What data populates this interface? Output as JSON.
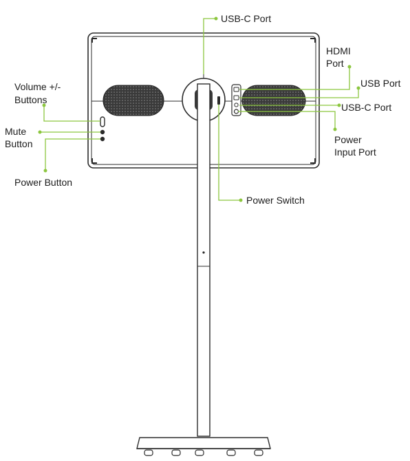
{
  "labels": {
    "usb_c_top": "USB-C Port",
    "hdmi_line1": "HDMI",
    "hdmi_line2": "Port",
    "usb_port": "USB Port",
    "volume_line1": "Volume +/-",
    "volume_line2": "Buttons",
    "usb_c_side": "USB-C Port",
    "mute_line1": "Mute",
    "mute_line2": "Button",
    "power_input_line1": "Power",
    "power_input_line2": "Input Port",
    "power_button": "Power Button",
    "power_switch": "Power Switch"
  },
  "colors": {
    "callout": "#8cc63f",
    "device_line": "#2b2b2b",
    "speaker_fill": "#3a3a3a",
    "background": "#ffffff"
  }
}
